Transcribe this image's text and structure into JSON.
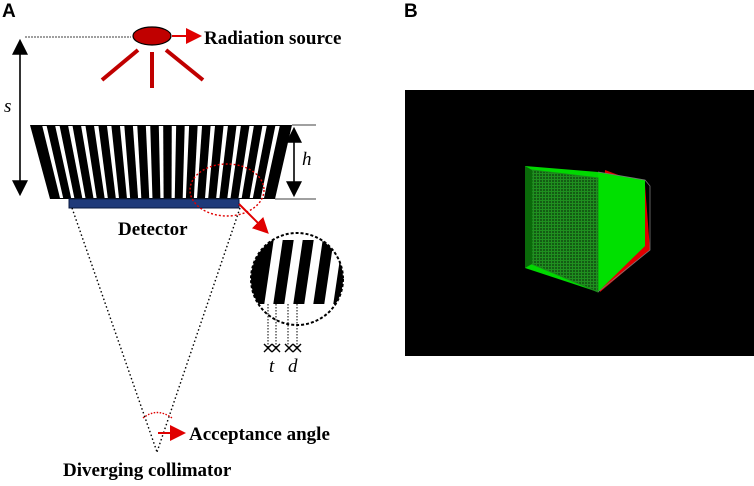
{
  "panel_a": {
    "letter": "A",
    "labels": {
      "radiation_source": "Radiation source",
      "detector": "Detector",
      "acceptance_angle": "Acceptance angle",
      "diverging_collimator": "Diverging collimator"
    },
    "symbols": {
      "s": "s",
      "h": "h",
      "t": "t",
      "d": "d"
    },
    "colors": {
      "source": "#c00000",
      "arrow": "#e00000",
      "detector": "#1f3a7a",
      "collimator": "#000000",
      "septa_gap": "#ffffff"
    }
  },
  "panel_b": {
    "letter": "B",
    "colors": {
      "background": "#000000",
      "collimator": "#00e000",
      "collimator_front": "#1a8a1a",
      "detector": "#e00000"
    }
  }
}
